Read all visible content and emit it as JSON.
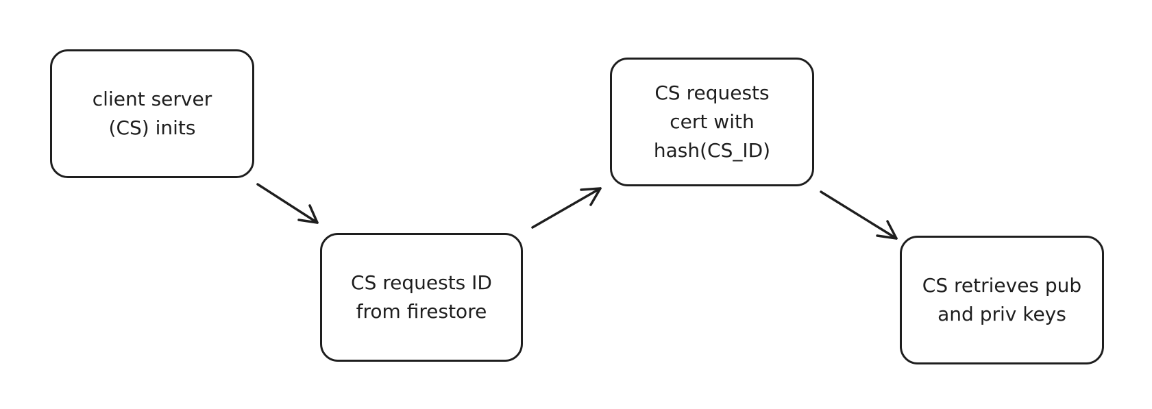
{
  "diagram": {
    "nodes": [
      {
        "id": "n1",
        "label": "client server\n(CS) inits"
      },
      {
        "id": "n2",
        "label": "CS requests ID\nfrom firestore"
      },
      {
        "id": "n3",
        "label": "CS requests\ncert with\nhash(CS_ID)"
      },
      {
        "id": "n4",
        "label": "CS retrieves pub\nand priv keys"
      }
    ],
    "edges": [
      {
        "from": "n1",
        "to": "n2"
      },
      {
        "from": "n2",
        "to": "n3"
      },
      {
        "from": "n3",
        "to": "n4"
      }
    ],
    "colors": {
      "stroke": "#1e1e1e",
      "background": "#ffffff"
    }
  }
}
